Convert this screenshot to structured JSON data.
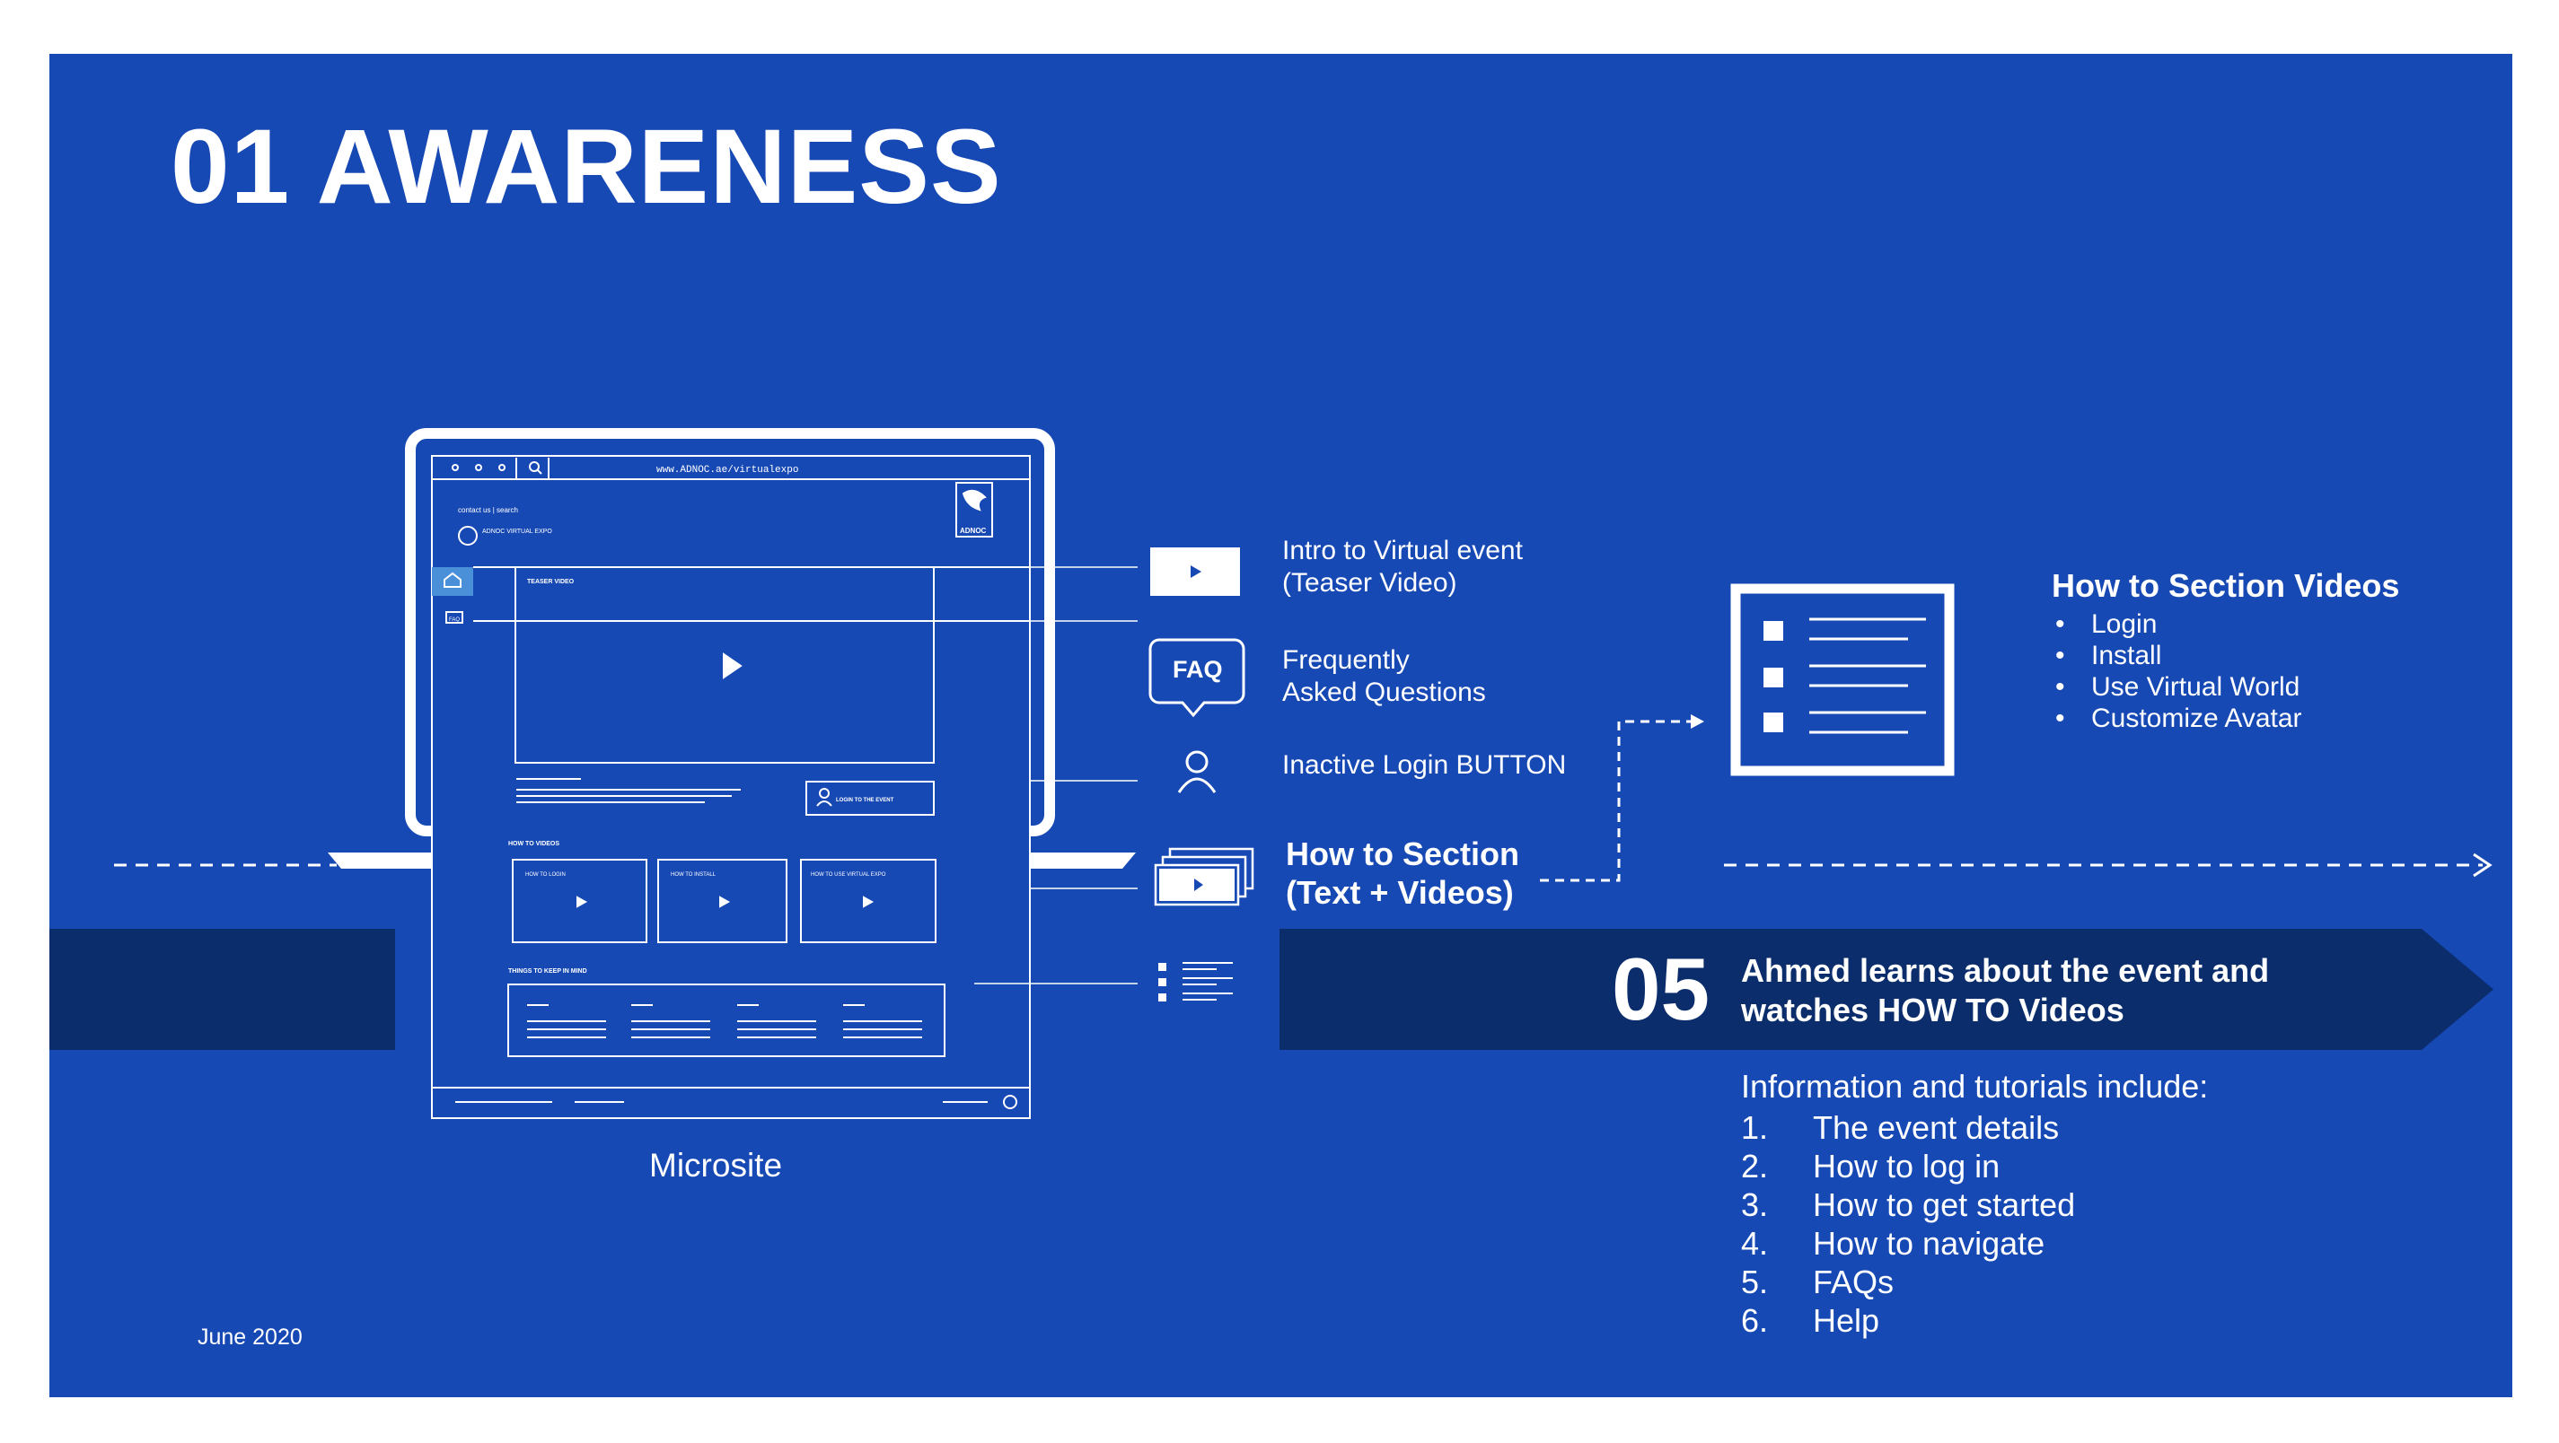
{
  "title": "01 AWARENESS",
  "date": "June 2020",
  "microsite": {
    "label": "Microsite",
    "url": "www.ADNOC.ae/virtualexpo",
    "topnav": "contact us  |  search",
    "brand": "ADNOC VIRTUAL EXPO",
    "logo_text": "ADNOC",
    "faq_tab": "FAQ",
    "teaser_label": "TEASER VIDEO",
    "login_button": "LOGIN TO THE EVENT",
    "howto_heading": "HOW TO VIDEOS",
    "video_cards": [
      "HOW TO LOGIN",
      "HOW TO INSTALL",
      "HOW TO USE VIRTUAL EXPO"
    ],
    "keep_in_mind": "THINGS TO KEEP IN MIND"
  },
  "features": {
    "intro": [
      "Intro to Virtual event",
      "(Teaser Video)"
    ],
    "faq_icon": "FAQ",
    "faq": [
      "Frequently",
      "Asked Questions"
    ],
    "login": "Inactive Login BUTTON",
    "howto": [
      "How to Section",
      "(Text + Videos)"
    ]
  },
  "howto_videos": {
    "title": "How to Section Videos",
    "items": [
      "Login",
      "Install",
      "Use Virtual World",
      "Customize Avatar"
    ]
  },
  "step": {
    "number": "05",
    "text": [
      "Ahmed learns about the event and",
      "watches HOW TO Videos"
    ]
  },
  "info": {
    "intro": "Information and tutorials include:",
    "items": [
      {
        "n": "1.",
        "text": "The event details"
      },
      {
        "n": "2.",
        "text": "How to log in"
      },
      {
        "n": "3.",
        "text": "How to get started"
      },
      {
        "n": "4.",
        "text": "How to navigate"
      },
      {
        "n": "5.",
        "text": "FAQs"
      },
      {
        "n": "6.",
        "text": "Help"
      }
    ]
  },
  "colors": {
    "slide_bg": "#1749b5",
    "band": "#0b2d6b",
    "accent_tab": "#4a90d9",
    "white": "#ffffff"
  }
}
